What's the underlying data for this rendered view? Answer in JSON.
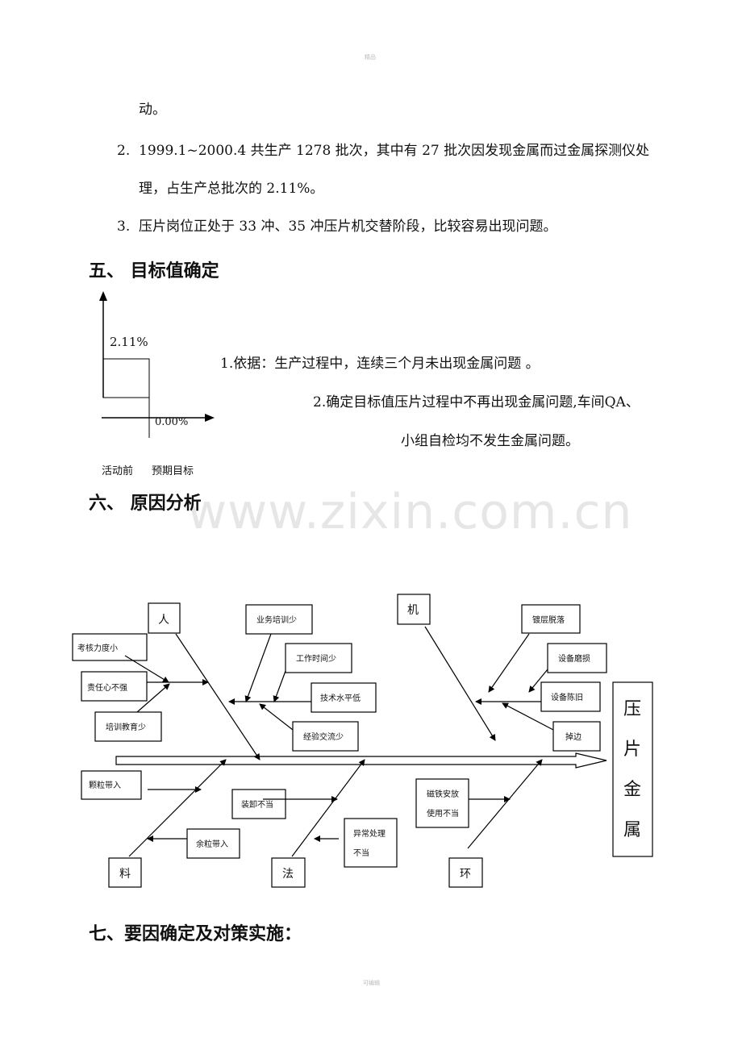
{
  "header_mark": "精品",
  "footer_mark": "可编辑",
  "watermark": "www.zixin.com.cn",
  "intro": {
    "continuation": "动。",
    "items": [
      {
        "num": "2.",
        "line1": "1999.1~2000.4 共生产 1278 批次，其中有 27 批次因发现金属而过金属探测仪处",
        "line2": "理，占生产总批次的 2.11%。"
      },
      {
        "num": "3.",
        "line1": "压片岗位正处于 33 冲、35 冲压片机交替阶段，比较容易出现问题。"
      }
    ]
  },
  "section5": {
    "title": "五、  目标值确定",
    "chart_data": {
      "type": "bar",
      "categories": [
        "活动前",
        "预期目标"
      ],
      "values": [
        2.11,
        0.0
      ],
      "value_labels": [
        "2.11%",
        "0.00%"
      ],
      "title": "",
      "xlabel": "",
      "ylabel": ""
    },
    "basis": "1.依据：生产过程中，连续三个月未出现金属问题 。",
    "goal_line1": "2.确定目标值压片过程中不再出现金属问题,车间QA、",
    "goal_line2": "小组自检均不发生金属问题。"
  },
  "section6": {
    "title": "六、  原因分析",
    "fishbone": {
      "effect": [
        "压",
        "片",
        "金",
        "属"
      ],
      "categories": {
        "man": "人",
        "machine": "机",
        "material": "料",
        "method": "法",
        "environment": "环"
      },
      "causes": {
        "man": [
          "考核力度小",
          "责任心不强",
          "培训教育少",
          "业务培训少",
          "工作时间少",
          "技术水平低",
          "经验交流少"
        ],
        "machine": [
          "镀层脱落",
          "设备磨损",
          "设备陈旧",
          "掉边"
        ],
        "material": [
          "颗粒带入",
          "余粒带入"
        ],
        "method": [
          "装卸不当",
          "异常处理",
          "不当"
        ],
        "environment": [
          "磁铁安放",
          "使用不当"
        ]
      }
    }
  },
  "section7": {
    "title": "七、要因确定及对策实施："
  }
}
